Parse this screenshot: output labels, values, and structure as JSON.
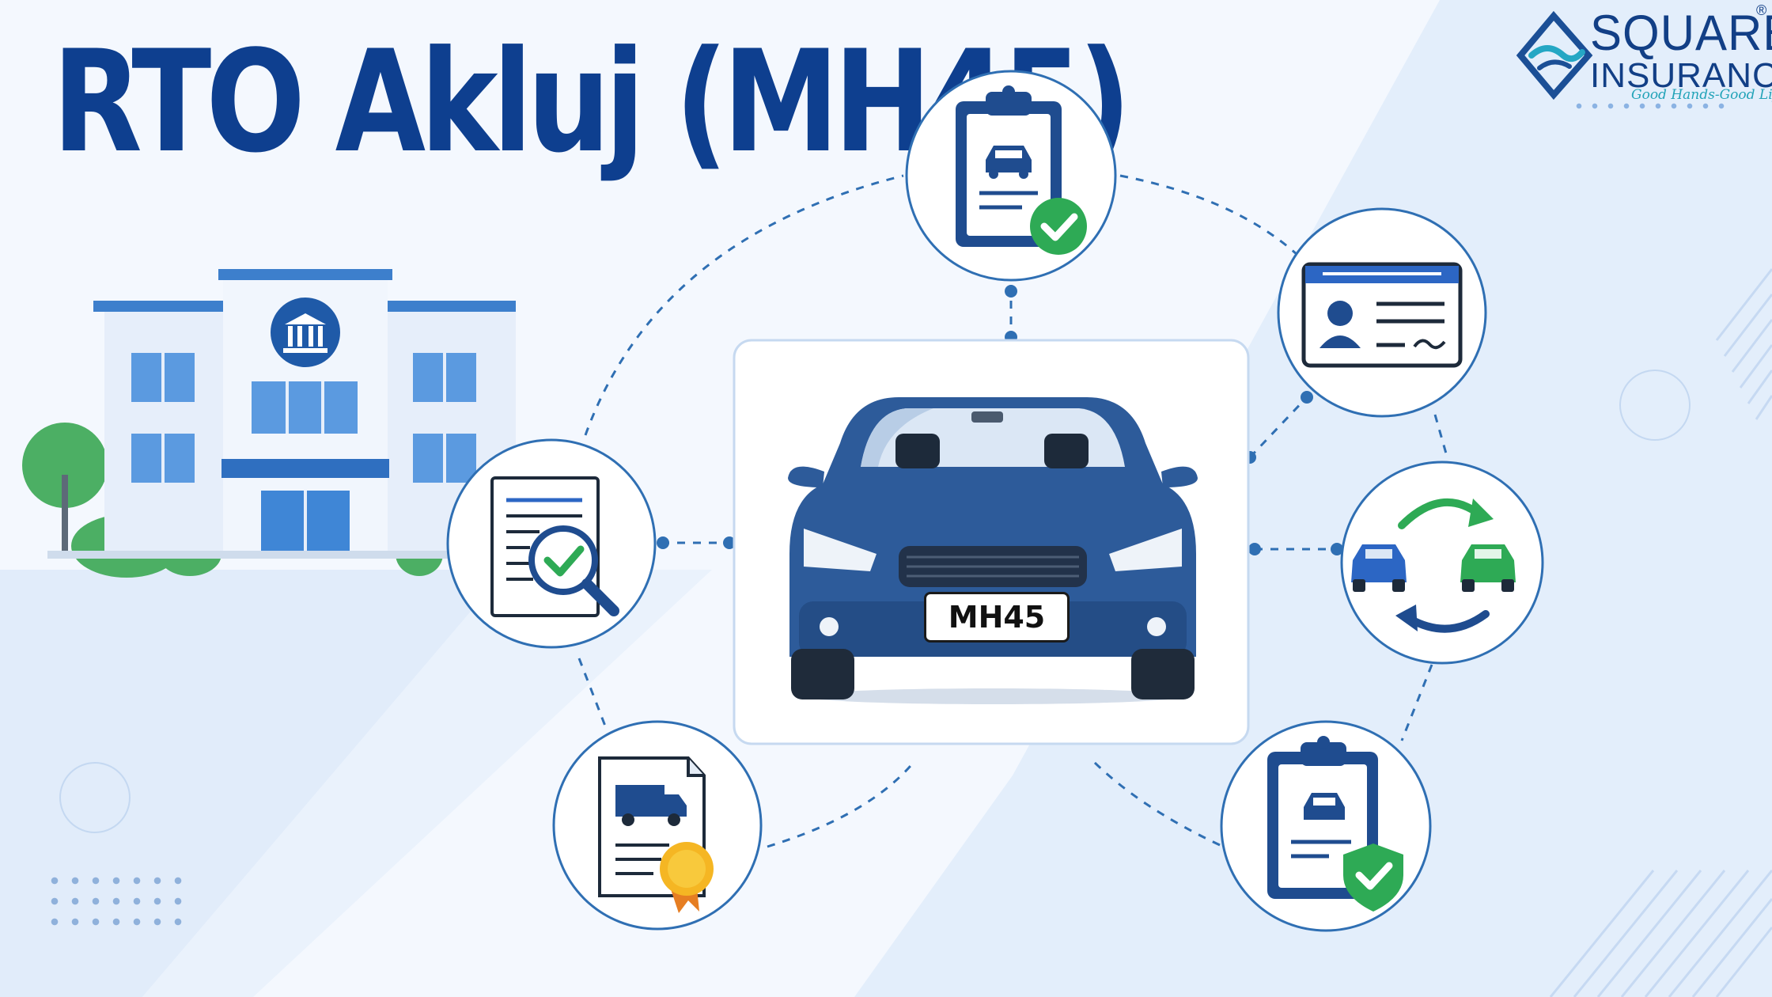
{
  "header": {
    "title": "RTO Akluj (MH45)"
  },
  "brand": {
    "name_line1": "SQUARE",
    "name_line2": "INSURANCE",
    "registered_mark": "®",
    "tagline": "Good Hands-Good Life"
  },
  "car": {
    "plate": "MH45"
  },
  "icons": [
    "vehicle-registration-approved-icon",
    "driving-licence-card-icon",
    "ownership-transfer-icon",
    "insurance-protection-icon",
    "commercial-vehicle-permit-icon",
    "document-verification-icon"
  ],
  "colors": {
    "primary_navy": "#0e3f8f",
    "accent_blue": "#2d5b9a",
    "success_green": "#2eaa55",
    "badge_gold": "#f5b623",
    "background": "#f1f6fd"
  }
}
